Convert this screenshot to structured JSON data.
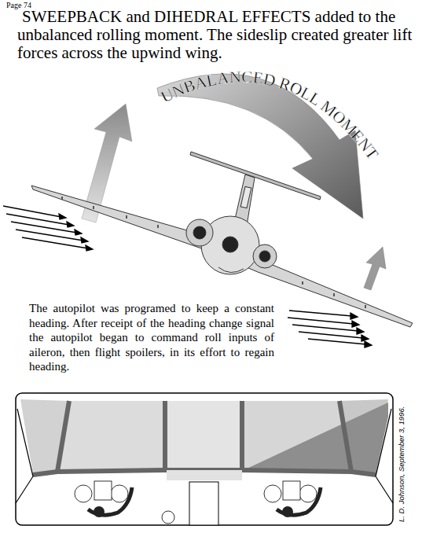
{
  "diagram": {
    "title": "SWEEPBACK and DIHEDRAL EFFECTS added to the unbalanced rolling moment. The sideslip created greater lift forces across the upwind wing.",
    "labels": [
      "Page 74",
      "UNBALANCED ROLL MOMENT",
      "The autopilot was programed to keep a constant heading.  After receipt of the heading change signal the autopilot began to command roll inputs of aileron, then flight spoilers, in its effort to regain heading.",
      "L. D. Johnson, September 3, 1996."
    ]
  }
}
